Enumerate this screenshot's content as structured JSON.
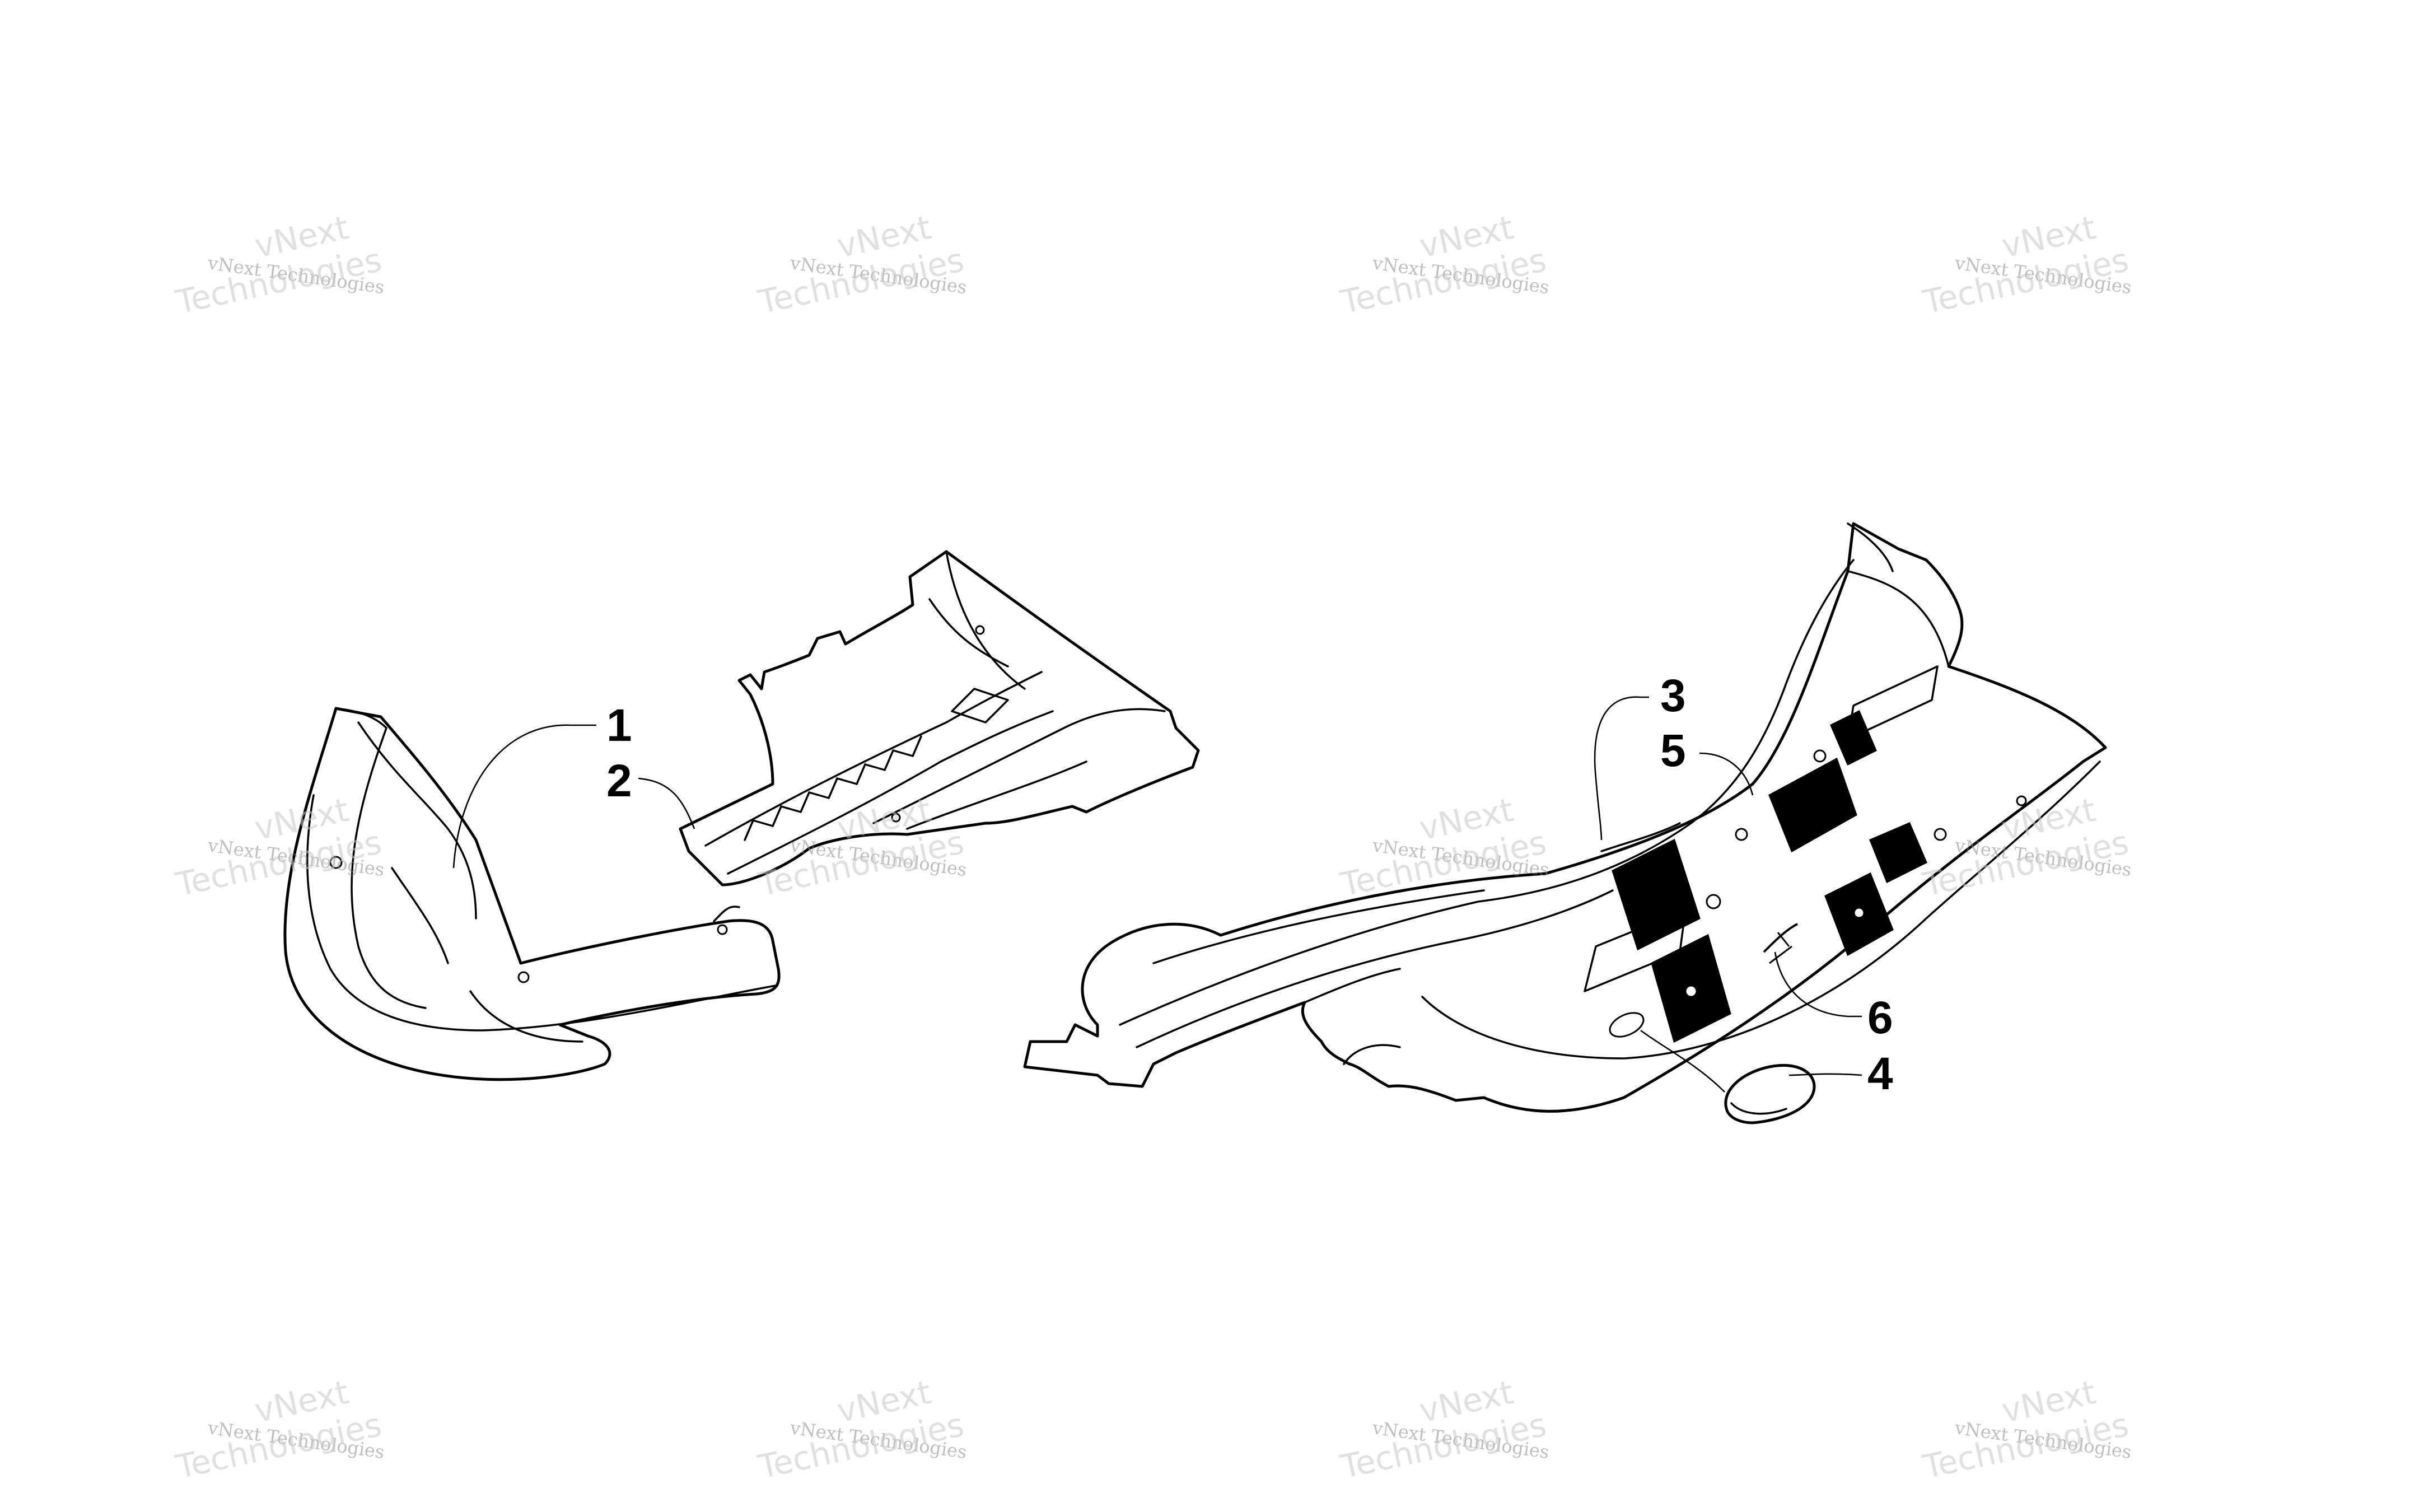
{
  "callouts": [
    {
      "id": "1",
      "label": "1"
    },
    {
      "id": "2",
      "label": "2"
    },
    {
      "id": "3",
      "label": "3"
    },
    {
      "id": "4",
      "label": "4"
    },
    {
      "id": "5",
      "label": "5"
    },
    {
      "id": "6",
      "label": "6"
    }
  ],
  "watermark": {
    "line1": "vNext Technologies",
    "line2": "vNext",
    "line3": "Technologies"
  }
}
